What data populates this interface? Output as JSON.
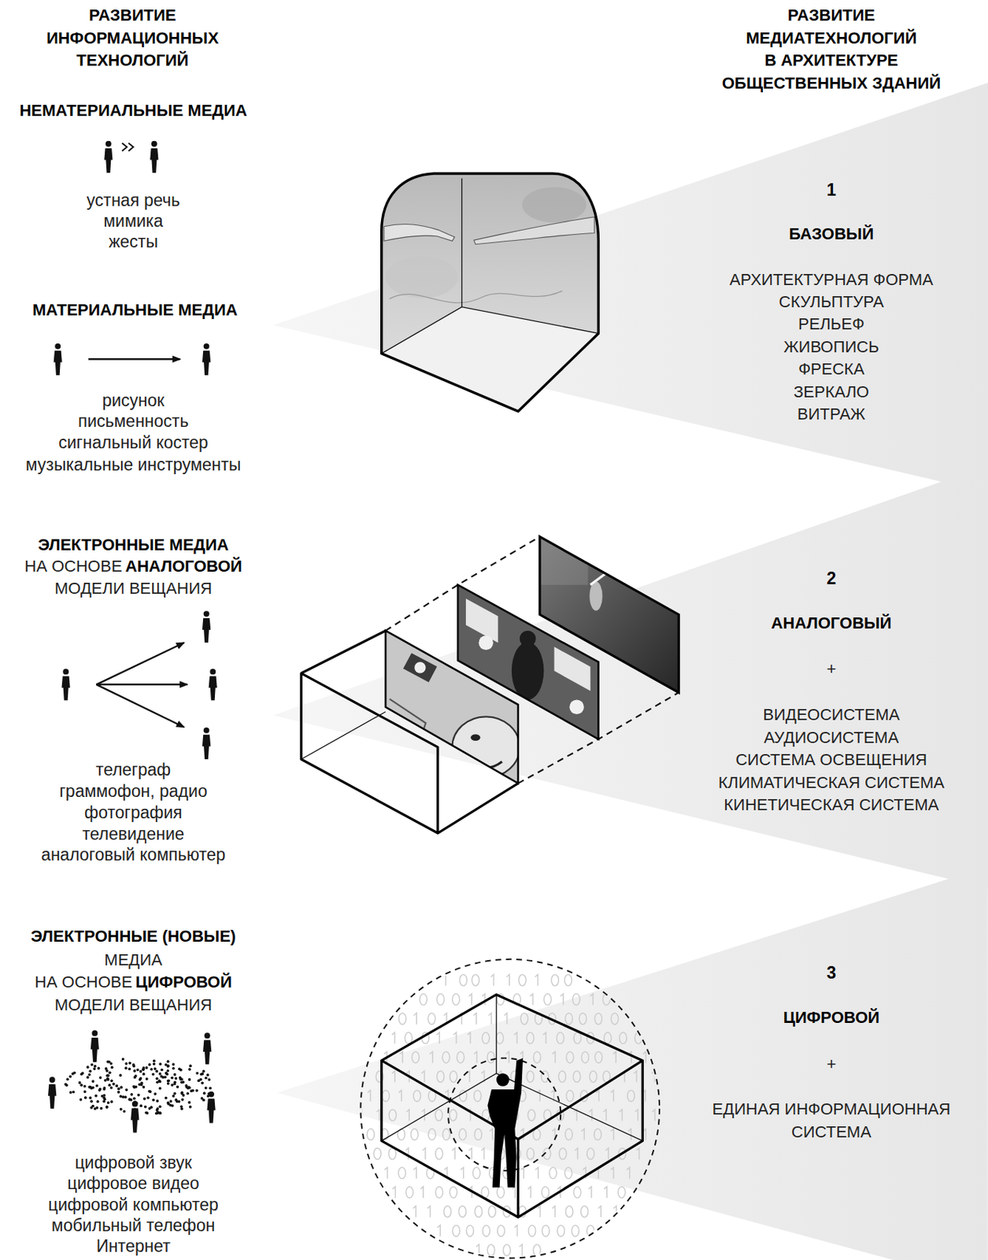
{
  "diagram": {
    "nodes": [
      {
        "text": [
          "1",
          "БАЗОВЫЙ",
          "АРХИТЕКТУРНАЯ ФОРМА",
          "СКУЛЬПТУРА",
          "РЕЛЬЕФ",
          "ЖИВОПИСЬ",
          "ФРЕСКА",
          "ЗЕРКАЛО",
          "ВИТРАЖ"
        ]
      },
      {
        "text": [
          "2",
          "АНАЛОГОВЫЙ",
          "+",
          "ВИДЕОСИСТЕМА",
          "АУДИОСИСТЕМА",
          "СИСТЕМА ОСВЕЩЕНИЯ",
          "КЛИМАТИЧЕСКАЯ СИСТЕМА",
          "КИНЕТИЧЕСКАЯ СИСТЕМА"
        ]
      },
      {
        "text": [
          "3",
          "ЦИФРОВОЙ",
          "+",
          "ЕДИНАЯ ИНФОРМАЦИОННАЯ СИСТЕМА"
        ]
      }
    ],
    "labels": [
      "РАЗВИТИЕ ИНФОРМАЦИОННЫХ ТЕХНОЛОГИЙ",
      "РАЗВИТИЕ МЕДИАТЕХНОЛОГИЙ В АРХИТЕКТУРЕ ОБЩЕСТВЕННЫХ ЗДАНИЙ",
      "НЕМАТЕРИАЛЬНЫЕ МЕДИА",
      "устная речь",
      "мимика",
      "жесты",
      "МАТЕРИАЛЬНЫЕ МЕДИА",
      "рисунок",
      "письменность",
      "сигнальный костер",
      "музыкальные инструменты",
      "ЭЛЕКТРОННЫЕ МЕДИА",
      "НА ОСНОВЕ",
      "АНАЛОГОВОЙ",
      "МОДЕЛИ ВЕЩАНИЯ",
      "телеграф",
      "граммофон, радио",
      "фотография",
      "телевидение",
      "аналоговый компьютер",
      "ЭЛЕКТРОННЫЕ (НОВЫЕ)",
      "МЕДИА",
      "НА ОСНОВЕ",
      "ЦИФРОВОЙ",
      "МОДЕЛИ ВЕЩАНИЯ",
      "цифровой звук",
      "цифровое видео",
      "цифровой компьютер",
      "мобильный телефон",
      "Интернет"
    ]
  }
}
